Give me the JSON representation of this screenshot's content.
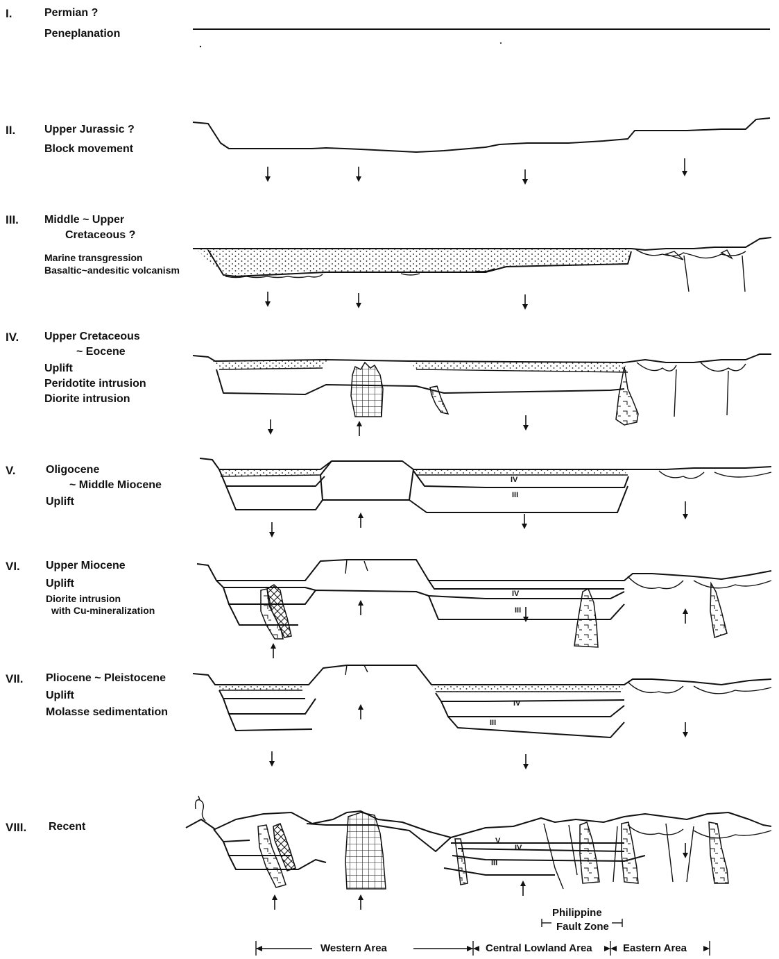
{
  "stages": [
    {
      "num": "I.",
      "lines": [
        "Permian ?",
        "Peneplanation"
      ]
    },
    {
      "num": "II.",
      "lines": [
        "Upper Jurassic ?",
        "Block movement"
      ]
    },
    {
      "num": "III.",
      "lines": [
        "Middle ~ Upper",
        "Cretaceous ?",
        "Marine transgression",
        "Basaltic~andesitic volcanism"
      ]
    },
    {
      "num": "IV.",
      "lines": [
        "Upper Cretaceous",
        "~ Eocene",
        "Uplift",
        "Peridotite intrusion",
        "Diorite intrusion"
      ]
    },
    {
      "num": "V.",
      "lines": [
        "Oligocene",
        "~ Middle Miocene",
        "Uplift"
      ]
    },
    {
      "num": "VI.",
      "lines": [
        "Upper Miocene",
        "Uplift",
        "Diorite intrusion",
        "with Cu-mineralization"
      ]
    },
    {
      "num": "VII.",
      "lines": [
        "Pliocene ~ Pleistocene",
        "Uplift",
        "Molasse sedimentation"
      ]
    },
    {
      "num": "VIII.",
      "lines": [
        "Recent"
      ]
    }
  ],
  "unit_labels": {
    "iv": "IV",
    "iii": "III"
  },
  "bottom": {
    "fault_zone": [
      "Philippine",
      "Fault Zone"
    ],
    "areas": [
      "Western Area",
      "Central Lowland Area",
      "Eastern Area"
    ]
  }
}
